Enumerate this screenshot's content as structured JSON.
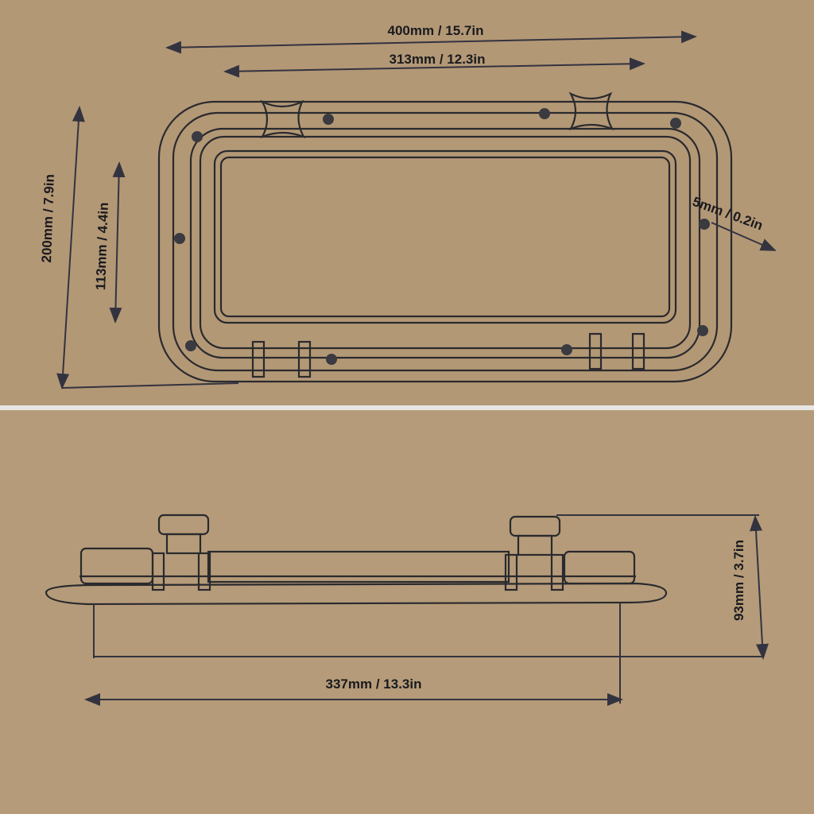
{
  "top_view": {
    "overall_width": "400mm / 15.7in",
    "inner_width": "313mm / 12.3in",
    "overall_height": "200mm / 7.9in",
    "inner_height": "113mm / 4.4in",
    "frame_thickness": "5mm / 0.2in"
  },
  "side_view": {
    "height": "93mm / 3.7in",
    "base_width": "337mm / 13.3in"
  },
  "colors": {
    "background": "#b49a77",
    "ink": "#2a2a2e",
    "divider": "#e8e6e2"
  }
}
